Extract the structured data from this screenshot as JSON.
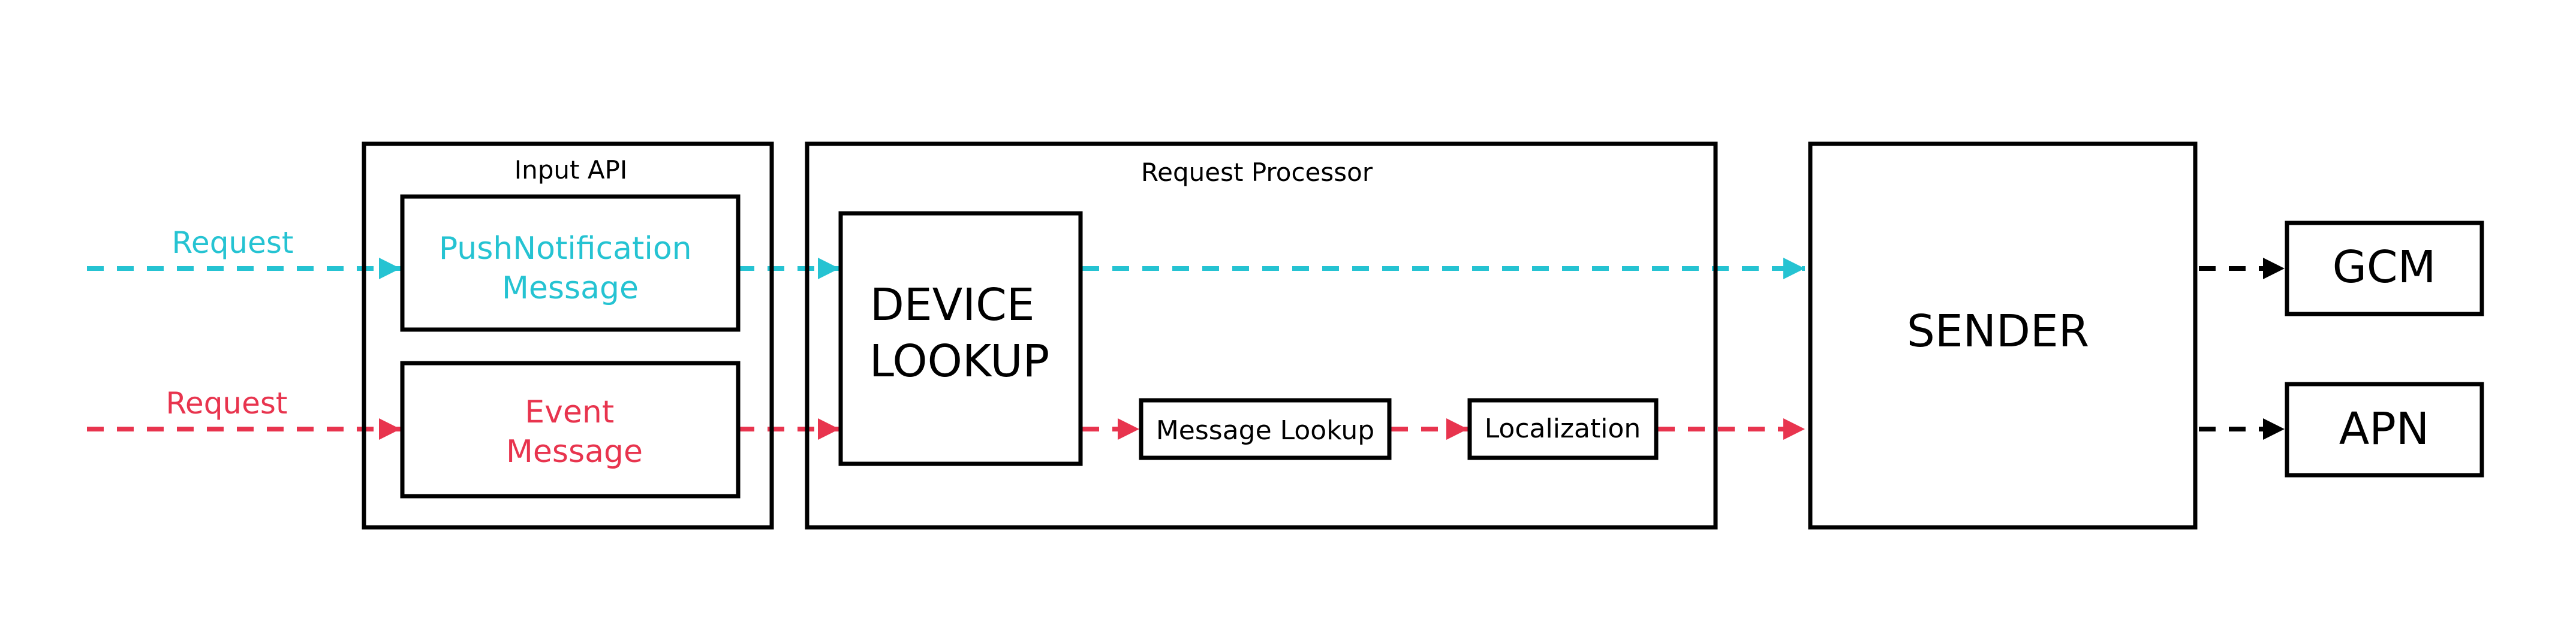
{
  "colors": {
    "cyan": "#25C3D2",
    "red": "#E8344E",
    "black": "#000000",
    "background": "#FFFFFF"
  },
  "nodes": {
    "input_api": {
      "title": "Input API"
    },
    "push_notification_message": {
      "line1": "PushNotification",
      "line2": "Message"
    },
    "event_message": {
      "line1": "Event",
      "line2": "Message"
    },
    "request_processor": {
      "title": "Request Processor"
    },
    "device_lookup": {
      "line1": "DEVICE",
      "line2": "LOOKUP"
    },
    "message_lookup": {
      "label": "Message Lookup"
    },
    "localization": {
      "label": "Localization"
    },
    "sender": {
      "label": "SENDER"
    },
    "gcm": {
      "label": "GCM"
    },
    "apn": {
      "label": "APN"
    }
  },
  "edges": {
    "request_push": {
      "label": "Request",
      "color": "cyan"
    },
    "request_event": {
      "label": "Request",
      "color": "red"
    }
  }
}
